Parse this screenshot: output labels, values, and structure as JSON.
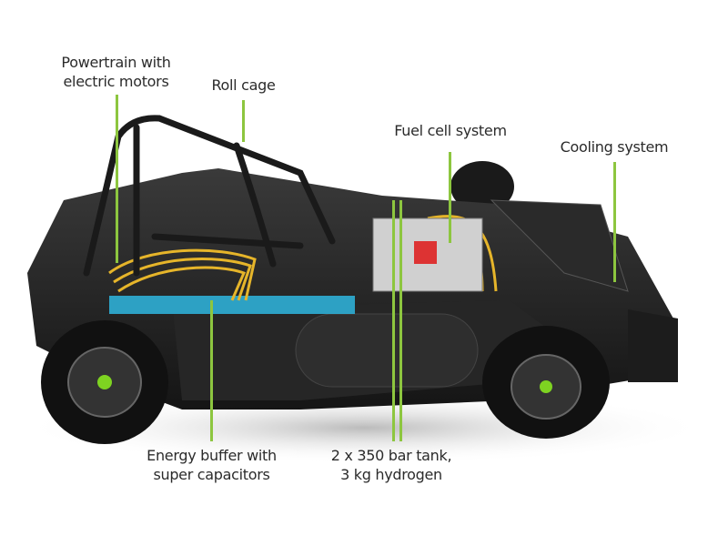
{
  "title": "Hydrogen fuel cell race car components",
  "accent_color": "#8dc63f",
  "labels": {
    "powertrain": {
      "line1": "Powertrain with",
      "line2": "electric motors"
    },
    "roll_cage": {
      "line1": "Roll cage"
    },
    "fuel_cell": {
      "line1": "Fuel cell system"
    },
    "cooling": {
      "line1": "Cooling system"
    },
    "energy_buffer": {
      "line1": "Energy buffer with",
      "line2": "super capacitors"
    },
    "tank": {
      "line1": "2 x 350 bar tank,",
      "line2": "3 kg hydrogen"
    }
  }
}
